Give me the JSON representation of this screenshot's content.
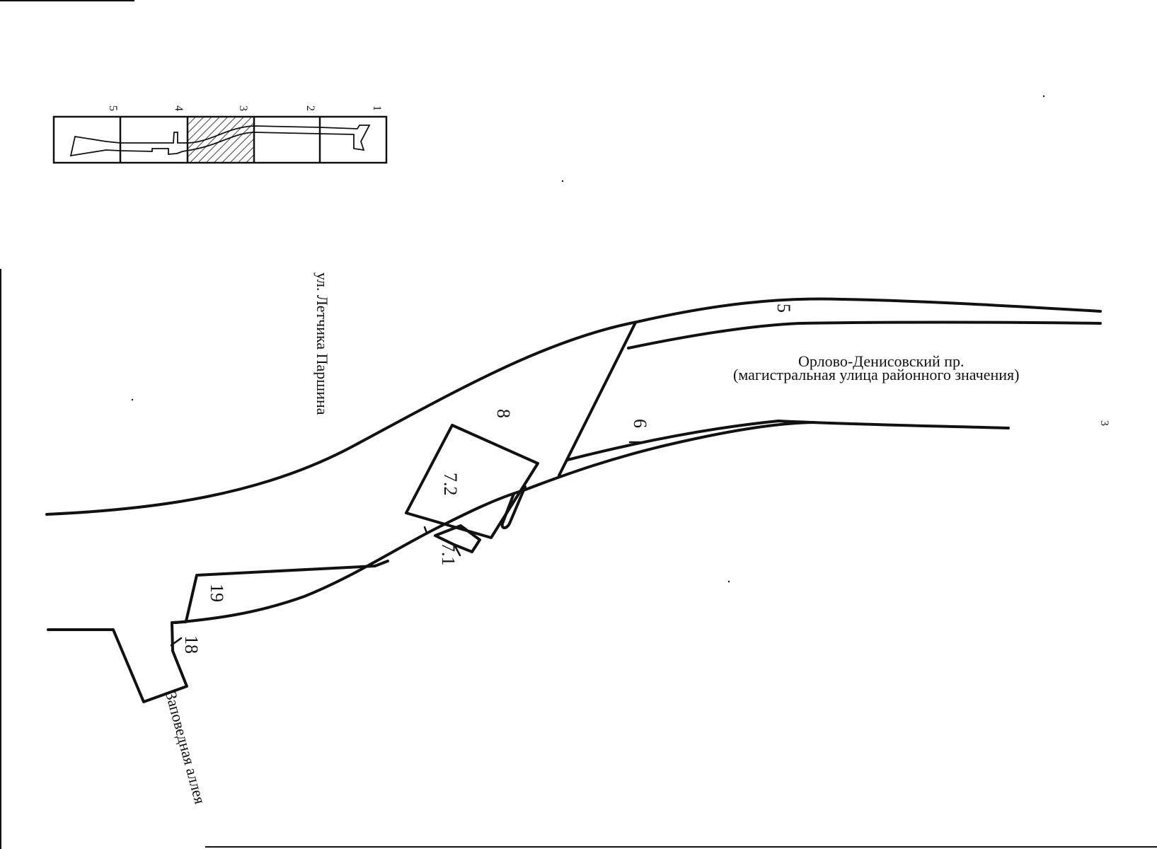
{
  "streets": {
    "letchika_parshina": "ул. Летчика Паршина",
    "orlovo_denisovsky": "Орлово-Денисовский пр.",
    "orlovo_denisovsky_note": "(магистральная улица районного значения)",
    "zapovednaya": "Заповедная аллея"
  },
  "lots": {
    "lot_5": "5",
    "lot_6": "6",
    "lot_7_1": "7.1",
    "lot_7_2": "7.2",
    "lot_8": "8",
    "lot_18": "18",
    "lot_19": "19"
  },
  "sheet_number": "3",
  "key_map": {
    "sections": [
      "5",
      "4",
      "3",
      "2",
      "1"
    ],
    "highlighted_section": "3"
  },
  "colors": {
    "line": "#111111",
    "background": "#ffffff"
  }
}
